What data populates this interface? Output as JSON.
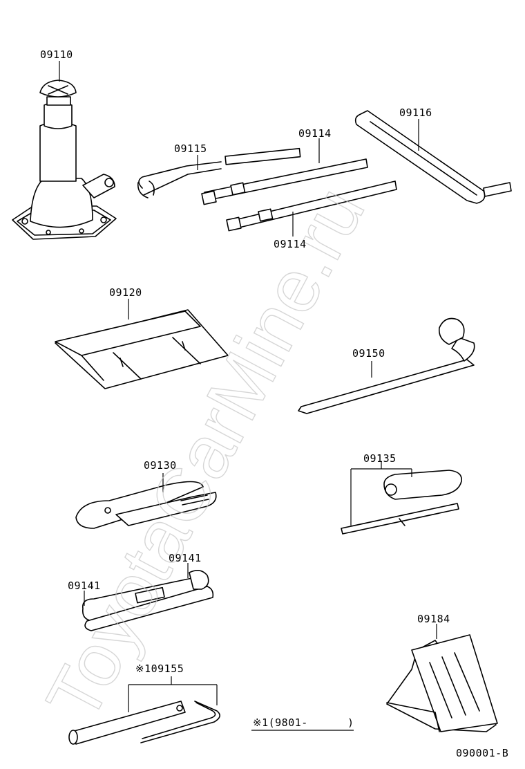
{
  "parts": {
    "p09110": "09110",
    "p09115": "09115",
    "p09114_top": "09114",
    "p09114_bottom": "09114",
    "p09116": "09116",
    "p09120": "09120",
    "p09150": "09150",
    "p09130": "09130",
    "p09135": "09135",
    "p09141_upper": "09141",
    "p09141_left": "09141",
    "p09184": "09184",
    "p09155": "※109155"
  },
  "note": "※1(9801-      )",
  "diagram_code": "090001-B",
  "watermark": "ToyotaCarMine.ru"
}
